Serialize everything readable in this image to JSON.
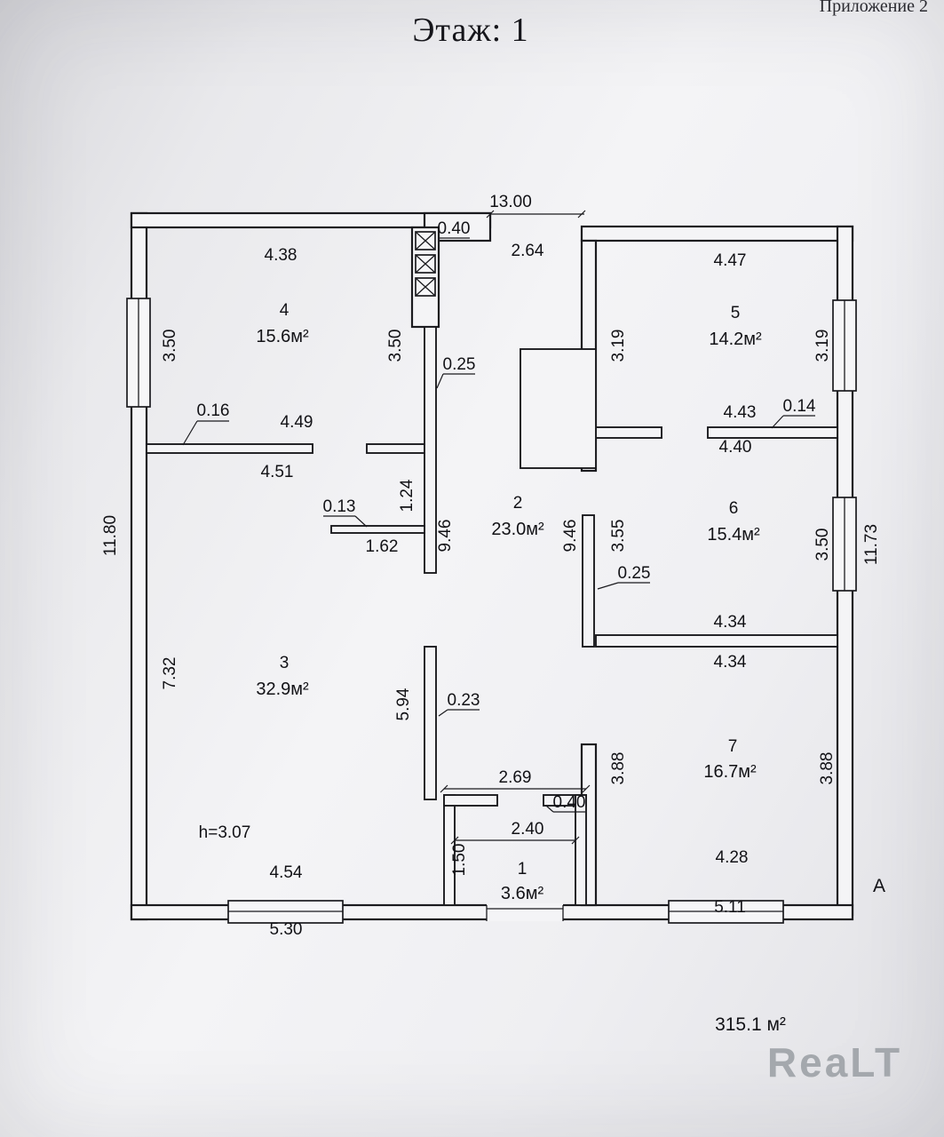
{
  "page": {
    "title": "Этаж: 1",
    "corner_note": "Приложение 2",
    "total_area": "315.1 м²",
    "section_marker": "А",
    "ceiling_height": "h=3.07",
    "watermark": "ReaLT"
  },
  "rooms": [
    {
      "number": "1",
      "area": "3.6м²"
    },
    {
      "number": "2",
      "area": "23.0м²"
    },
    {
      "number": "3",
      "area": "32.9м²"
    },
    {
      "number": "4",
      "area": "15.6м²"
    },
    {
      "number": "5",
      "area": "14.2м²"
    },
    {
      "number": "6",
      "area": "15.4м²"
    },
    {
      "number": "7",
      "area": "16.7м²"
    }
  ],
  "dims": {
    "top_width": "13.00",
    "top_wall_thick": "0.40",
    "top_gap": "2.64",
    "r4_top": "4.38",
    "r5_top": "4.47",
    "left_window": "3.50",
    "r4_right": "3.50",
    "wall_x478_thick": "0.25",
    "r5_left": "3.19",
    "right_window_top": "3.19",
    "r4_wall_thick": "0.16",
    "r4_bottom": "4.49",
    "r3_top": "4.51",
    "r5_bottom": "4.43",
    "r5_wall_thick": "0.14",
    "r6_top": "4.40",
    "left_total": "11.80",
    "stub_height": "1.24",
    "hall_left": "9.46",
    "hall_right": "9.46",
    "stub_thick": "0.13",
    "stub_len": "1.62",
    "r6_left": "3.55",
    "mid_wall_thick": "0.25",
    "right_window_mid": "3.50",
    "right_total": "11.73",
    "r6_bottom": "4.34",
    "r7_top": "4.34",
    "left_lower": "7.32",
    "r3_right": "5.94",
    "r3_wall_thick": "0.23",
    "r7_left": "3.88",
    "r7_right": "3.88",
    "vest_out_w": "2.69",
    "vest_wall_thick": "0.40",
    "vest_in_w": "2.40",
    "vest_in_h": "1.50",
    "r3_bottom": "4.54",
    "bottom_left": "5.30",
    "r7_bottom": "4.28",
    "bottom_right": "5.11"
  }
}
